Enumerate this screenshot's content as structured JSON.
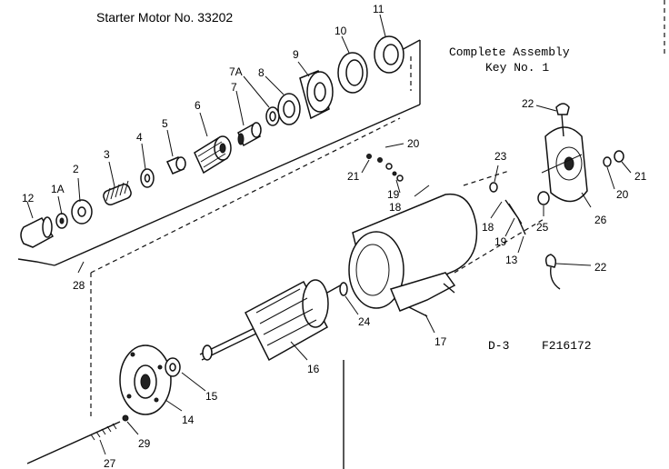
{
  "page": {
    "title": "Starter Motor No. 33202",
    "assembly_line1": "Complete Assembly",
    "assembly_line2": "Key No. 1",
    "diagram_code": "D-3",
    "figure_number": "F216172"
  },
  "callouts": {
    "c12": "12",
    "c1a": "1A",
    "c2": "2",
    "c3": "3",
    "c4": "4",
    "c5": "5",
    "c6": "6",
    "c7": "7",
    "c7a": "7A",
    "c8": "8",
    "c9": "9",
    "c10": "10",
    "c11": "11",
    "c28": "28",
    "c20a": "20",
    "c21a": "21",
    "c19a": "19",
    "c18a": "18",
    "c23": "23",
    "c22a": "22",
    "c21b": "21",
    "c20b": "20",
    "c26": "26",
    "c25": "25",
    "c18b": "18",
    "c19b": "19",
    "c13": "13",
    "c22b": "22",
    "c24": "24",
    "c17": "17",
    "c16": "16",
    "c15": "15",
    "c14": "14",
    "c29": "29",
    "c27": "27"
  }
}
